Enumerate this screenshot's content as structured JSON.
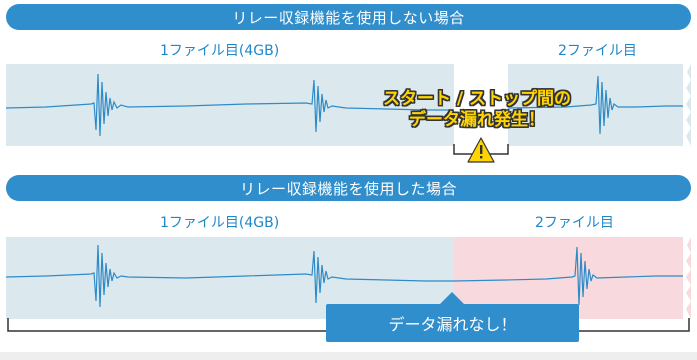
{
  "section1": {
    "banner": "リレー収録機能を使用しない場合",
    "file1_label": "1ファイル目(4GB)",
    "file2_label": "2ファイル目",
    "warning_line1": "スタート / ストップ間の",
    "warning_line2": "データ漏れ発生！",
    "warning_icon": "warning-triangle-icon"
  },
  "section2": {
    "banner": "リレー収録機能を使用した場合",
    "file1_label": "1ファイル目(4GB)",
    "file2_label": "2ファイル目",
    "callout": "データ漏れなし！"
  },
  "colors": {
    "banner": "#2f8ecb",
    "strip_blue": "#dbe9ef",
    "strip_pink": "#f7d9de",
    "waveform": "#2e8bc7",
    "label": "#1e88c8",
    "warning_yellow": "#ffd400"
  }
}
